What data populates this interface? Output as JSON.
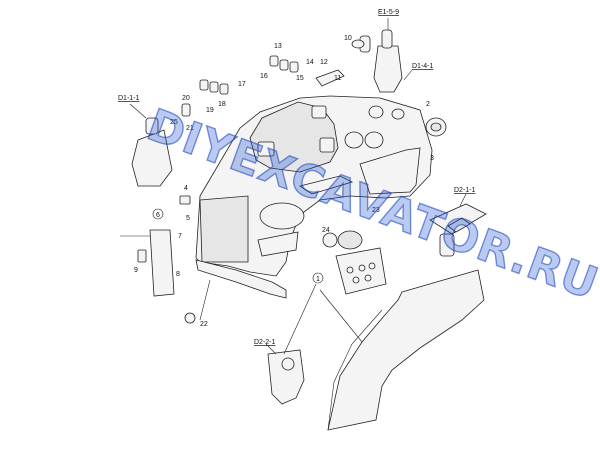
{
  "watermark": "DIYEXCAVATOR.RU",
  "ref_labels": [
    "E1-5-9",
    "D1-4-1",
    "D1-1-1",
    "D2-1-1",
    "D2-2-1"
  ],
  "part_numbers": [
    "1",
    "2",
    "3",
    "4",
    "5",
    "6",
    "7",
    "8",
    "9",
    "10",
    "11",
    "12",
    "13",
    "14",
    "15",
    "16",
    "17",
    "18",
    "19",
    "20",
    "21",
    "22",
    "23",
    "24",
    "25"
  ]
}
